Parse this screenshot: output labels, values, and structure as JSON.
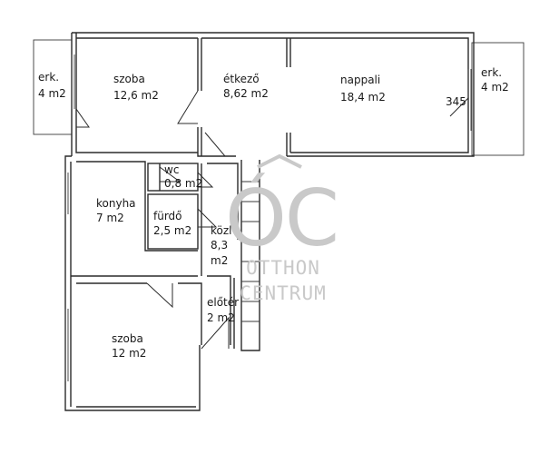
{
  "rooms": {
    "erk_left": {
      "name": "erk.",
      "area": "4 m2"
    },
    "szoba_top": {
      "name": "szoba",
      "area": "12,6 m2"
    },
    "etkezo": {
      "name": "étkező",
      "area": "8,62 m2"
    },
    "nappali": {
      "name": "nappali",
      "area": "18,4 m2"
    },
    "erk_right": {
      "name": "erk.",
      "area": "4 m2"
    },
    "wc": {
      "name": "wc",
      "area": "0,8 m2"
    },
    "konyha": {
      "name": "konyha",
      "area": "7 m2"
    },
    "furdo": {
      "name": "fürdő",
      "area": "2,5 m2"
    },
    "kozl": {
      "name": "közl",
      "area_value": "8,3",
      "area_unit": "m2"
    },
    "eloter": {
      "name": "előtér",
      "area": "2 m2"
    },
    "szoba_bottom": {
      "name": "szoba",
      "area": "12 m2"
    }
  },
  "annotation": "345",
  "watermark": {
    "monogram": "ÓC",
    "line1": "OTTHON",
    "line2": "CENTRUM",
    "color": "#c9c9c9"
  }
}
